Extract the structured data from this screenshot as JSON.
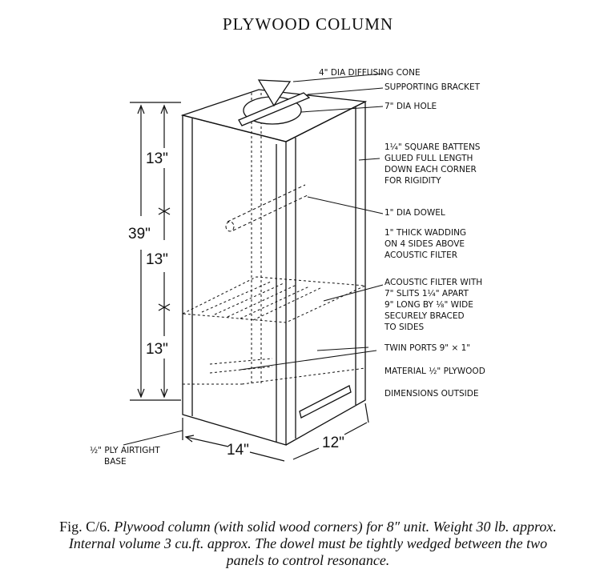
{
  "title": "PLYWOOD COLUMN",
  "labels": {
    "cone": "4\" DIA DIFFUSING CONE",
    "bracket": "SUPPORTING BRACKET",
    "hole": "7\" DIA  HOLE",
    "battens": [
      "1¼\" SQUARE BATTENS",
      "GLUED FULL LENGTH",
      "DOWN EACH CORNER",
      "FOR RIGIDITY"
    ],
    "dowel": "1\" DIA  DOWEL",
    "wadding": [
      "1\" THICK WADDING",
      "ON 4 SIDES ABOVE",
      "ACOUSTIC FILTER"
    ],
    "filter": [
      "ACOUSTIC FILTER WITH",
      "7\" SLITS 1¼\" APART",
      "9\" LONG BY ⅛\" WIDE",
      "SECURELY BRACED",
      "TO SIDES"
    ],
    "ports": "TWIN PORTS 9\" × 1\"",
    "material": "MATERIAL ½\" PLYWOOD",
    "outside": "DIMENSIONS OUTSIDE",
    "base": [
      "½\" PLY AIRTIGHT",
      "BASE"
    ]
  },
  "dimensions": {
    "height_total": "39\"",
    "height_top": "13\"",
    "height_mid": "13\"",
    "height_bottom": "13\"",
    "width": "14\"",
    "depth": "12\""
  },
  "caption": {
    "fig": "Fig. C/6.",
    "line1": "Plywood column (with solid wood corners) for 8″ unit.  Weight 30 lb. approx.",
    "line2": "Internal volume 3 cu.ft. approx.  The dowel must be tightly wedged between the two",
    "line3": "panels to control resonance."
  }
}
